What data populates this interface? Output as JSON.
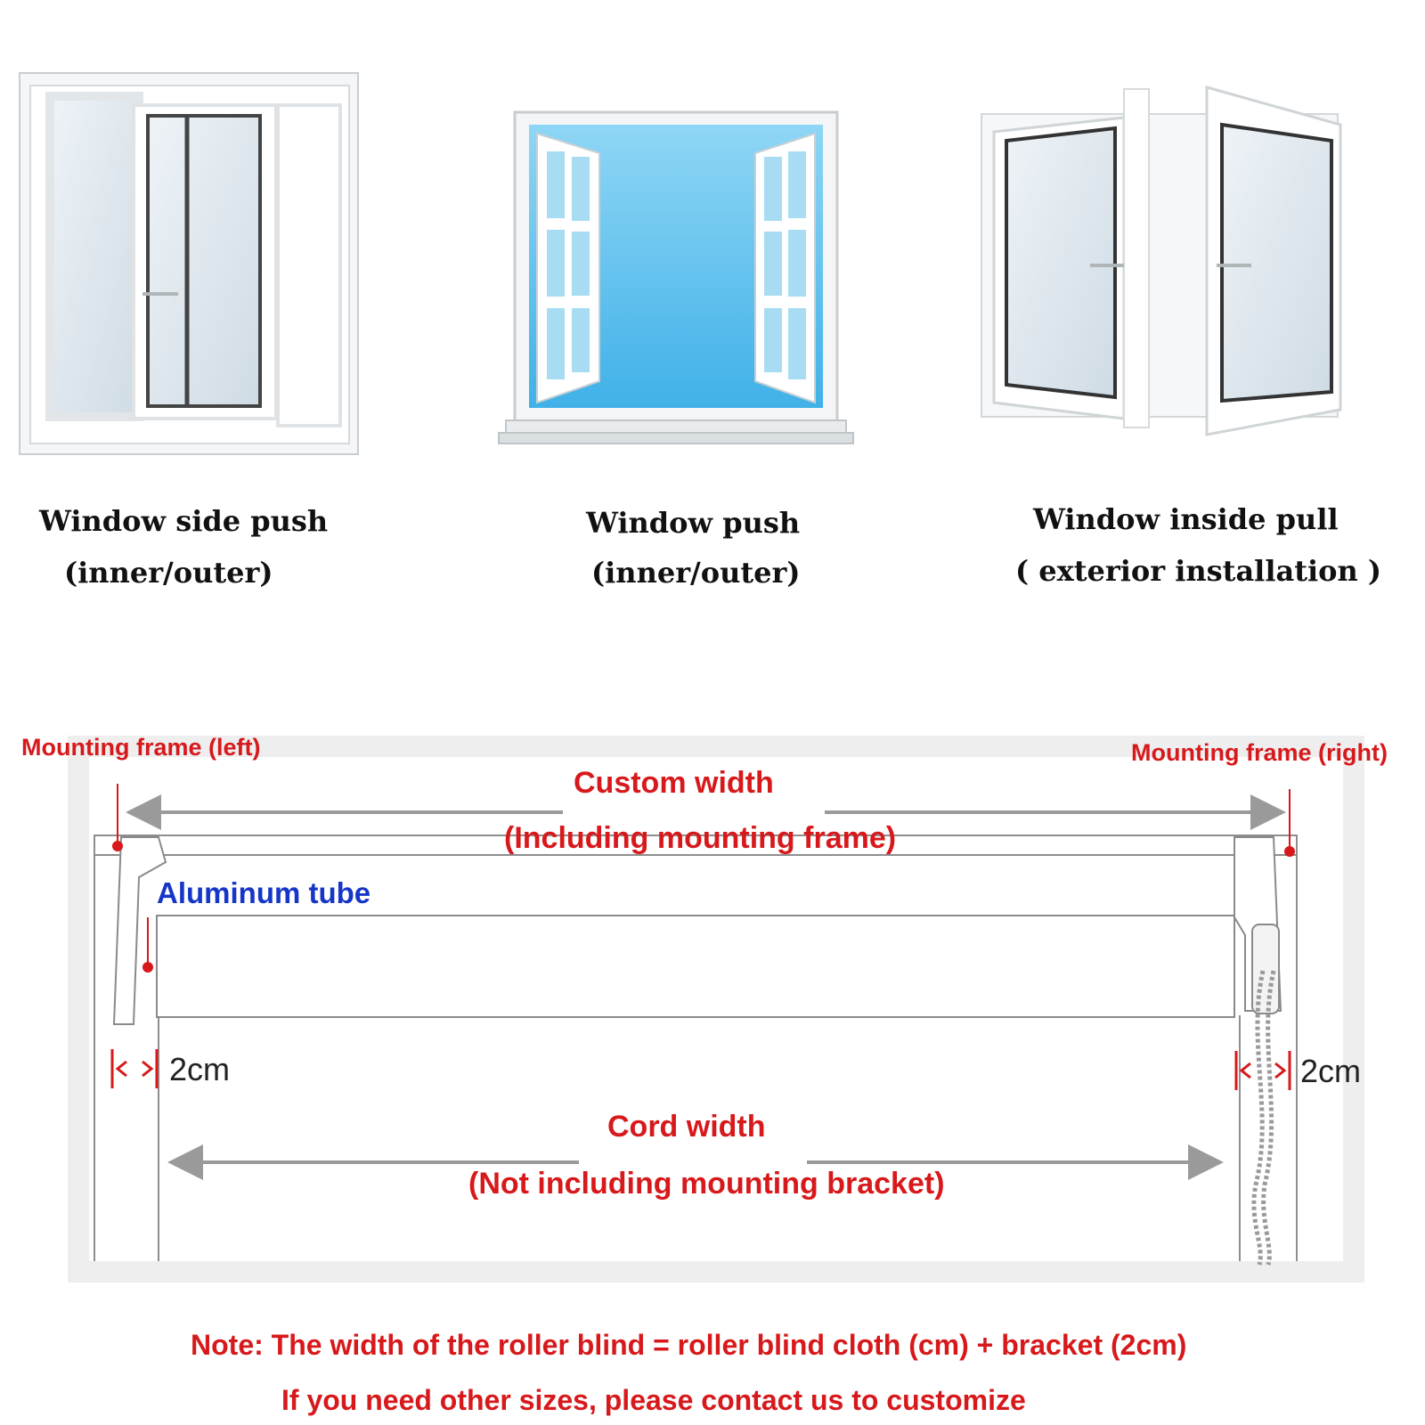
{
  "window_types": [
    {
      "title": "Window side push",
      "subtitle": "(inner/outer)"
    },
    {
      "title": "Window push",
      "subtitle": "(inner/outer)"
    },
    {
      "title": "Window inside pull",
      "subtitle": "( exterior installation )"
    }
  ],
  "diagram": {
    "mount_left": "Mounting frame (left)",
    "mount_right": "Mounting frame (right)",
    "custom_width": "Custom width",
    "custom_width_note": "(Including mounting frame)",
    "tube_label": "Aluminum tube",
    "gap_left": "2cm",
    "gap_right": "2cm",
    "cord_width": "Cord width",
    "cord_width_note": "(Not including mounting bracket)"
  },
  "notes": {
    "line1": "Note: The width of the roller blind = roller blind cloth (cm) + bracket (2cm)",
    "line2": "If you need other sizes, please contact us to customize"
  },
  "colors": {
    "accent_red": "#d7191c",
    "label_blue": "#1636c8",
    "sky": "#6cc6ee"
  }
}
